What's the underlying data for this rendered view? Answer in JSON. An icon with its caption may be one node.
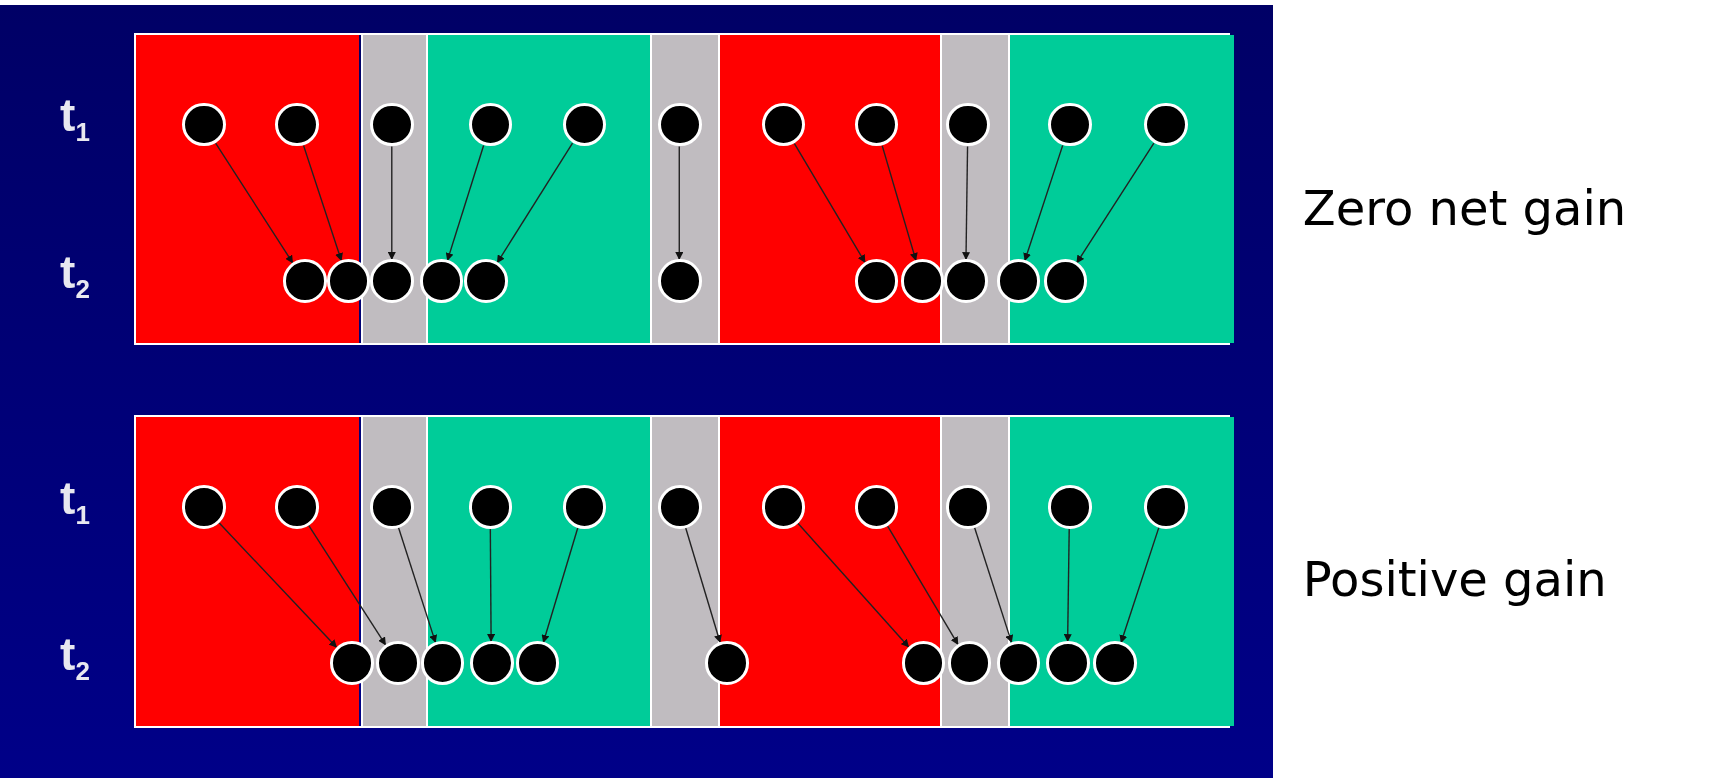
{
  "diagram": {
    "nodes": [
      {
        "text": [],
        "shape": "box",
        "beside": [
          "Zero net gain"
        ]
      },
      {
        "text": [],
        "shape": "circle",
        "in": 0
      },
      {
        "text": [],
        "shape": "circle",
        "in": 0
      },
      {
        "text": [],
        "shape": "circle",
        "in": 0
      },
      {
        "text": [],
        "shape": "circle",
        "in": 0
      },
      {
        "text": [],
        "shape": "circle",
        "in": 0
      },
      {
        "text": [],
        "shape": "circle",
        "in": 0
      },
      {
        "text": [],
        "shape": "circle",
        "in": 0
      },
      {
        "text": [],
        "shape": "circle",
        "in": 0
      },
      {
        "text": [],
        "shape": "circle",
        "in": 0
      },
      {
        "text": [],
        "shape": "circle",
        "in": 0
      },
      {
        "text": [],
        "shape": "circle",
        "in": 0
      },
      {
        "text": [],
        "shape": "circle",
        "in": 0
      },
      {
        "text": [],
        "shape": "circle",
        "in": 0
      },
      {
        "text": [],
        "shape": "circle",
        "in": 0
      },
      {
        "text": [],
        "shape": "circle",
        "in": 0
      },
      {
        "text": [],
        "shape": "circle",
        "in": 0
      },
      {
        "text": [],
        "shape": "circle",
        "in": 0
      },
      {
        "text": [],
        "shape": "circle",
        "in": 0
      },
      {
        "text": [],
        "shape": "circle",
        "in": 0
      },
      {
        "text": [],
        "shape": "circle",
        "in": 0
      },
      {
        "text": [],
        "shape": "circle",
        "in": 0
      },
      {
        "text": [],
        "shape": "circle",
        "in": 0
      },
      {
        "text": [],
        "shape": "box",
        "beside": [
          "Positive gain"
        ]
      },
      {
        "text": [],
        "shape": "circle",
        "in": 23
      },
      {
        "text": [],
        "shape": "circle",
        "in": 23
      },
      {
        "text": [],
        "shape": "circle",
        "in": 23
      },
      {
        "text": [],
        "shape": "circle",
        "in": 23
      },
      {
        "text": [],
        "shape": "circle",
        "in": 23
      },
      {
        "text": [],
        "shape": "circle",
        "in": 23
      },
      {
        "text": [],
        "shape": "circle",
        "in": 23
      },
      {
        "text": [],
        "shape": "circle",
        "in": 23
      },
      {
        "text": [],
        "shape": "circle",
        "in": 23
      },
      {
        "text": [],
        "shape": "circle",
        "in": 23
      },
      {
        "text": [],
        "shape": "circle",
        "in": 23
      },
      {
        "text": [],
        "shape": "circle",
        "in": 23
      },
      {
        "text": [],
        "shape": "circle",
        "in": 23
      },
      {
        "text": [],
        "shape": "circle",
        "in": 23
      },
      {
        "text": [],
        "shape": "circle",
        "in": 23
      },
      {
        "text": [],
        "shape": "circle",
        "in": 23
      },
      {
        "text": [],
        "shape": "circle",
        "in": 23
      },
      {
        "text": [],
        "shape": "circle",
        "in": 23
      },
      {
        "text": [],
        "shape": "circle",
        "in": 23
      },
      {
        "text": [],
        "shape": "circle",
        "in": 23
      },
      {
        "text": [],
        "shape": "circle",
        "in": 23
      },
      {
        "text": [],
        "shape": "circle",
        "in": 23
      }
    ],
    "edges": [
      {
        "from": 1,
        "to": 12,
        "arrow": "to"
      },
      {
        "from": 2,
        "to": 13,
        "arrow": "to"
      },
      {
        "from": 3,
        "to": 14,
        "arrow": "to"
      },
      {
        "from": 4,
        "to": 15,
        "arrow": "to"
      },
      {
        "from": 5,
        "to": 16,
        "arrow": "to"
      },
      {
        "from": 6,
        "to": 17,
        "arrow": "to"
      },
      {
        "from": 7,
        "to": 18,
        "arrow": "to"
      },
      {
        "from": 8,
        "to": 19,
        "arrow": "to"
      },
      {
        "from": 9,
        "to": 20,
        "arrow": "to"
      },
      {
        "from": 10,
        "to": 21,
        "arrow": "to"
      },
      {
        "from": 11,
        "to": 22,
        "arrow": "to"
      },
      {
        "from": 24,
        "to": 35,
        "arrow": "to"
      },
      {
        "from": 25,
        "to": 36,
        "arrow": "to"
      },
      {
        "from": 26,
        "to": 37,
        "arrow": "to"
      },
      {
        "from": 27,
        "to": 38,
        "arrow": "to"
      },
      {
        "from": 28,
        "to": 39,
        "arrow": "to"
      },
      {
        "from": 29,
        "to": 40,
        "arrow": "to"
      },
      {
        "from": 30,
        "to": 41,
        "arrow": "to"
      },
      {
        "from": 31,
        "to": 42,
        "arrow": "to"
      },
      {
        "from": 32,
        "to": 43,
        "arrow": "to"
      },
      {
        "from": 33,
        "to": 44,
        "arrow": "to"
      },
      {
        "from": 34,
        "to": 45,
        "arrow": "to"
      }
    ],
    "labels": [
      "t$_{1}$",
      "t$_{2}$",
      "t$_{1}$",
      "t$_{2}$"
    ]
  }
}
